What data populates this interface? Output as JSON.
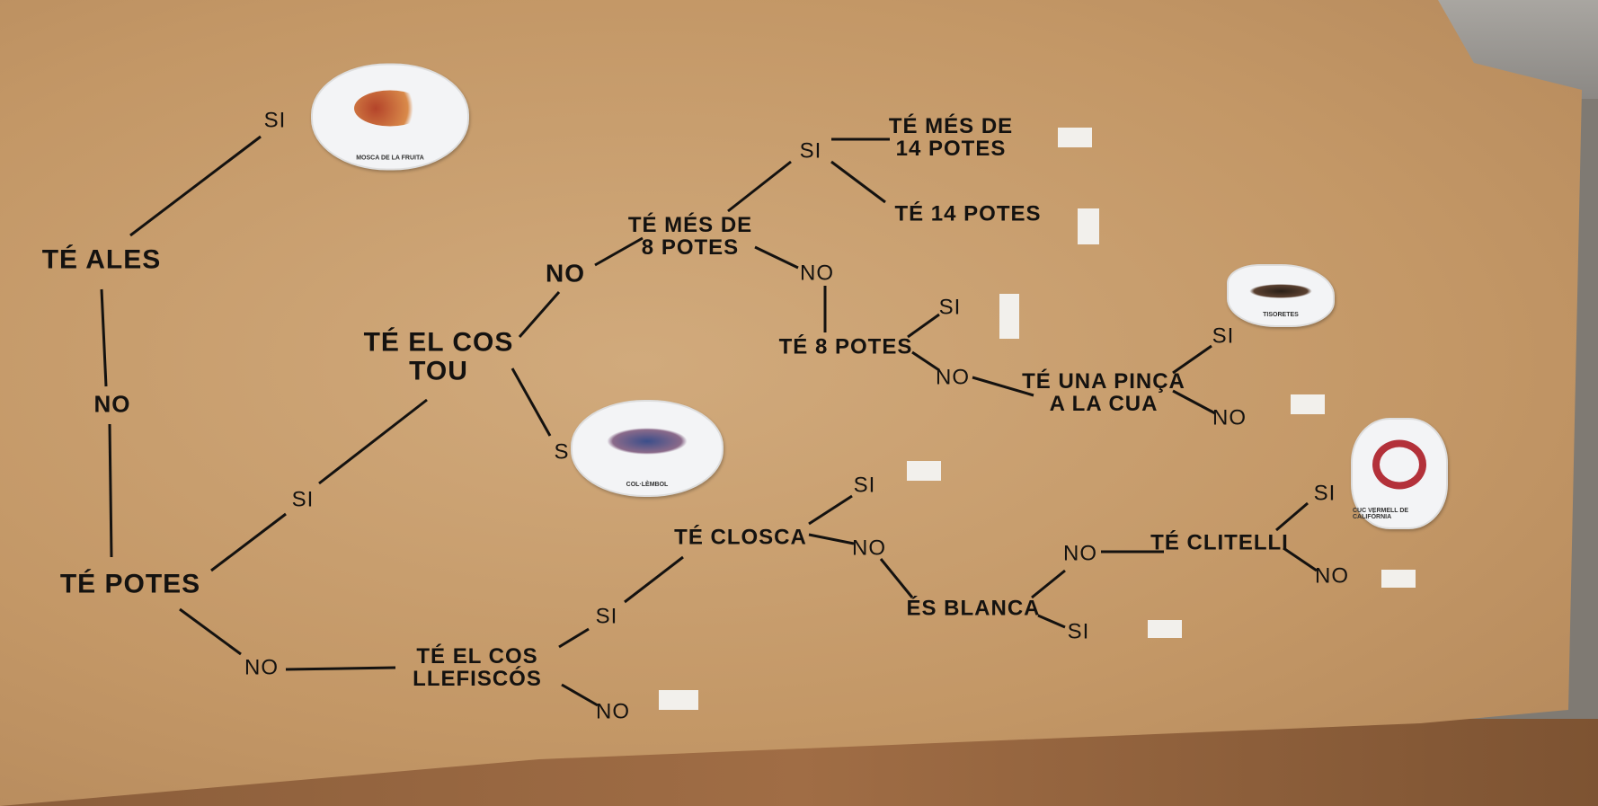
{
  "nodes": {
    "te_ales": "TÉ ALES",
    "te_potes": "TÉ POTES",
    "te_el_cos_tou": "TÉ EL COS\nTOU",
    "te_mes_de_8_potes": "TÉ MÉS DE\n8 POTES",
    "te_mes_de_14_potes": "TÉ MÉS DE\n14 POTES",
    "te_14_potes": "TÉ 14 POTES",
    "te_8_potes": "TÉ 8 POTES",
    "te_una_pinca": "TÉ UNA PINÇA\nA LA CUA",
    "te_el_cos_llefiscos": "TÉ EL COS\nLLEFISCÓS",
    "te_closca": "TÉ CLOSCA",
    "es_blanca": "ÉS BLANCA",
    "te_clitelli": "TÉ CLITELLI"
  },
  "answers": {
    "si": "SI",
    "no": "NO",
    "s": "S"
  },
  "cards": {
    "fly": "MOSCA DE LA FRUITA",
    "springtail": "COL·LÈMBOL",
    "earwig": "TISORETES",
    "worm": "CUC VERMELL DE CALIFÒRNIA"
  }
}
